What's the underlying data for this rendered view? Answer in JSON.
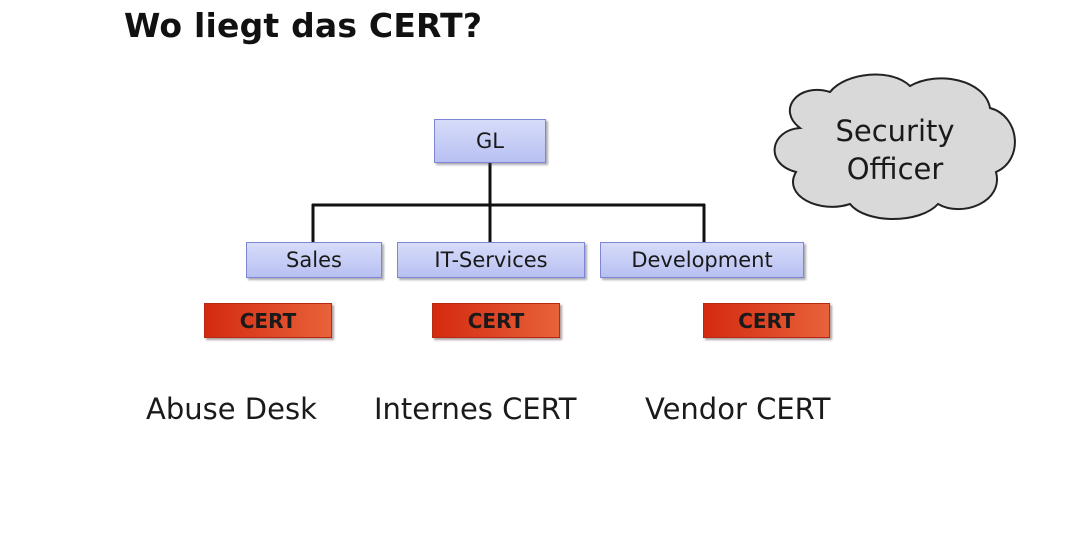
{
  "title": "Wo liegt das CERT?",
  "org_chart": {
    "root": "GL",
    "departments": [
      "Sales",
      "IT-Services",
      "Development"
    ]
  },
  "cert_label": "CERT",
  "captions": [
    "Abuse Desk",
    "Internes CERT",
    "Vendor CERT"
  ],
  "cloud": {
    "line1": "Security",
    "line2": "Officer"
  },
  "colors": {
    "org_box": "#c7cdf6",
    "cert_box": "#e04a26",
    "cloud_fill": "#d9d9d9"
  }
}
